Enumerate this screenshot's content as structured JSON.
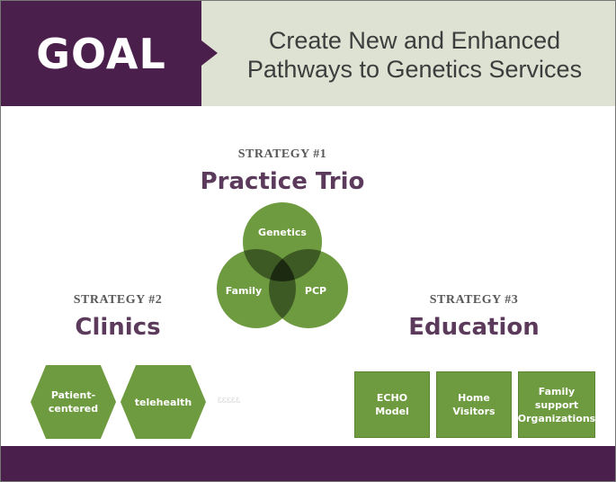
{
  "goal": {
    "label": "GOAL",
    "statement_line1": "Create New and Enhanced",
    "statement_line2": "Pathways to Genetics Services"
  },
  "strategy1": {
    "label": "STRATEGY #1",
    "title": "Practice Trio",
    "circles": [
      "Genetics",
      "Family",
      "PCP"
    ]
  },
  "strategy2": {
    "label": "STRATEGY #2",
    "title": "Clinics",
    "hexagons": [
      {
        "line1": "Patient-",
        "line2": "centered"
      },
      {
        "line1": "telehealth",
        "line2": ""
      }
    ],
    "faded_text": "ᏋᏋᏋᏋᏋ"
  },
  "strategy3": {
    "label": "STRATEGY #3",
    "title": "Education",
    "boxes": [
      {
        "line1": "ECHO",
        "line2": "Model",
        "line3": ""
      },
      {
        "line1": "Home",
        "line2": "Visitors",
        "line3": ""
      },
      {
        "line1": "Family",
        "line2": "support",
        "line3": "Organizations"
      }
    ]
  },
  "colors": {
    "purple": "#4b1f4b",
    "green": "#6e9b3f",
    "overlap": "#3e5a24",
    "center": "#1d2a12",
    "header_bg": "#dde2d3"
  }
}
